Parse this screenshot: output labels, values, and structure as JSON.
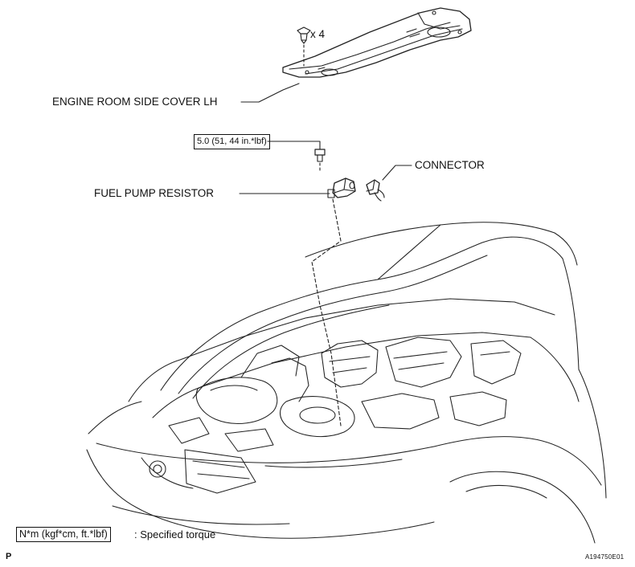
{
  "callouts": {
    "engine_room_side_cover": "ENGINE ROOM SIDE COVER LH",
    "clip_quantity": "x 4",
    "torque_value": "5.0 (51, 44 in.*lbf)",
    "connector": "CONNECTOR",
    "fuel_pump_resistor": "FUEL PUMP RESISTOR"
  },
  "legend": {
    "torque_units": "N*m (kgf*cm, ft.*lbf)",
    "torque_meaning": ": Specified torque"
  },
  "footer": {
    "left_code": "P",
    "figure_code": "A194750E01"
  }
}
